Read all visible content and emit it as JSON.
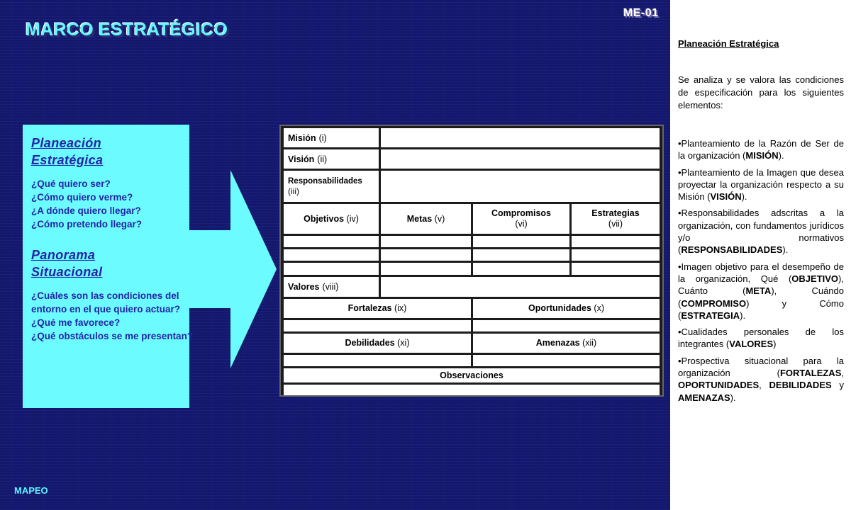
{
  "slide": {
    "code": "ME-01",
    "title": "MARCO ESTRATÉGICO",
    "footer": "MAPEO",
    "colors": {
      "background": "#141870",
      "accent": "#5ff5ff",
      "panel": "#6cfcff",
      "panel_text": "#2323a8"
    }
  },
  "panel": {
    "section1": {
      "heading": [
        "Planeación",
        "Estratégica"
      ],
      "questions": [
        "¿Qué quiero ser?",
        "¿Cómo quiero verme?",
        "¿A dónde quiero llegar?",
        "¿Cómo pretendo llegar?"
      ]
    },
    "section2": {
      "heading": [
        "Panorama",
        "Situacional"
      ],
      "questions": [
        "¿Cuáles son las condiciones del entorno en el que quiero actuar?",
        "¿Qué me favorece?",
        "¿Qué obstáculos se me presentan?"
      ]
    }
  },
  "form": {
    "mision": {
      "label": "Misión",
      "num": "(i)"
    },
    "vision": {
      "label": "Visión",
      "num": "(ii)"
    },
    "responsabilidades": {
      "label": "Responsabilidades",
      "num": "(iii)"
    },
    "objetivos": {
      "label": "Objetivos",
      "num": "(iv)"
    },
    "metas": {
      "label": "Metas",
      "num": "(v)"
    },
    "compromisos": {
      "label": "Compromisos",
      "num": "(vi)"
    },
    "estrategias": {
      "label": "Estrategias",
      "num": "(vii)"
    },
    "valores": {
      "label": "Valores",
      "num": "(viii)"
    },
    "fortalezas": {
      "label": "Fortalezas",
      "num": "(ix)"
    },
    "oportunidades": {
      "label": "Oportunidades",
      "num": "(x)"
    },
    "debilidades": {
      "label": "Debilidades",
      "num": "(xi)"
    },
    "amenazas": {
      "label": "Amenazas",
      "num": "(xii)"
    },
    "observaciones": {
      "label": "Observaciones"
    }
  },
  "sidebar": {
    "title": "Planeación Estratégica",
    "intro": "Se analiza y se valora las condiciones de especificación para los siguientes elementos:",
    "items": [
      [
        "•Planteamiento de la Razón de Ser de la organización (",
        "MISIÓN",
        ")."
      ],
      [
        "•Planteamiento de la Imagen que desea proyectar la organización respecto a su Misión (",
        "VISIÓN",
        ")."
      ],
      [
        "•Responsabilidades adscritas a la organización, con fundamentos jurídicos y/o normativos (",
        "RESPONSABILIDADES",
        ")."
      ],
      [
        "•Imagen objetivo para el desempeño de la organización, Qué (",
        "OBJETIVO",
        "), Cuánto (",
        "META",
        "), Cuándo (",
        "COMPROMISO",
        ") y Cómo (",
        "ESTRATEGIA",
        ")."
      ],
      [
        "•Cualidades personales de los integrantes (",
        "VALORES",
        ")"
      ],
      [
        "•Prospectiva situacional para la organización (",
        "FORTALEZAS",
        ", ",
        "OPORTUNIDADES",
        ", ",
        "DEBILIDADES",
        " y ",
        "AMENAZAS",
        ")."
      ]
    ]
  }
}
